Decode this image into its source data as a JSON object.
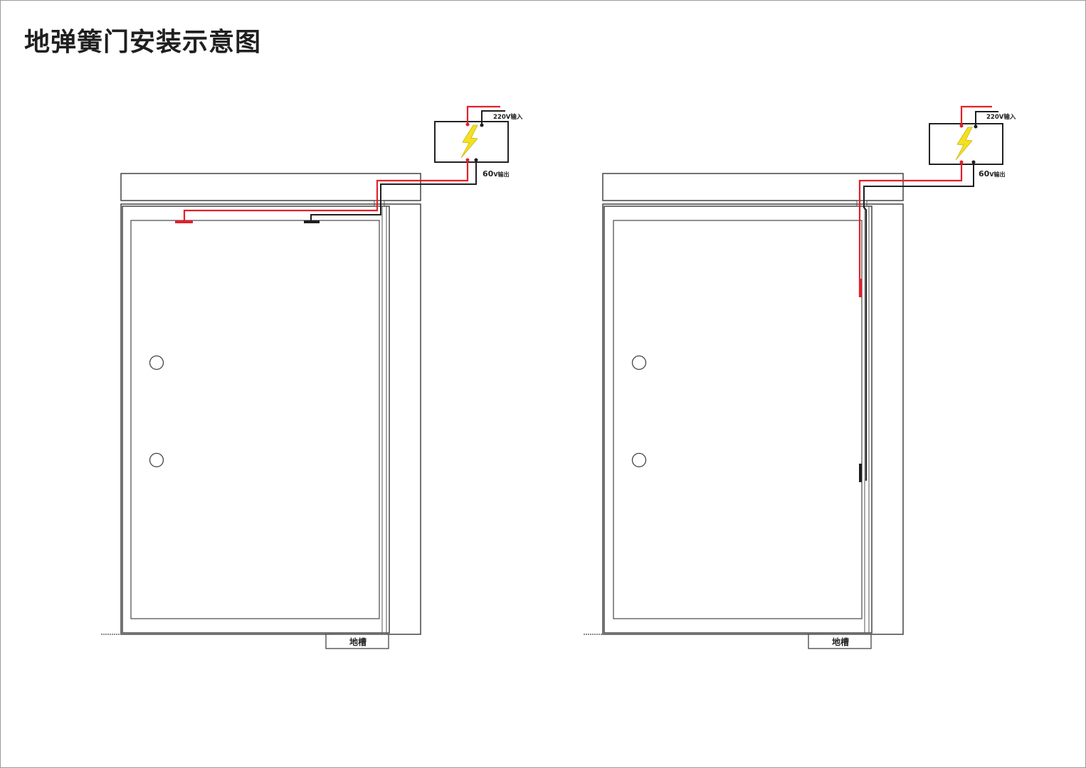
{
  "title": "地弹簧门安装示意图",
  "colors": {
    "positive_wire": "#e3202a",
    "negative_wire": "#1e1e1e",
    "bolt": "#f4e021",
    "frame": "#444444"
  },
  "diagrams": [
    {
      "name": "left",
      "input_label": "220V输入",
      "output_label_num": "60",
      "output_label_unit": "V输出",
      "floor_slot_label": "地槽"
    },
    {
      "name": "right",
      "input_label": "220V输入",
      "output_label_num": "60",
      "output_label_unit": "V输出",
      "floor_slot_label": "地槽"
    }
  ]
}
